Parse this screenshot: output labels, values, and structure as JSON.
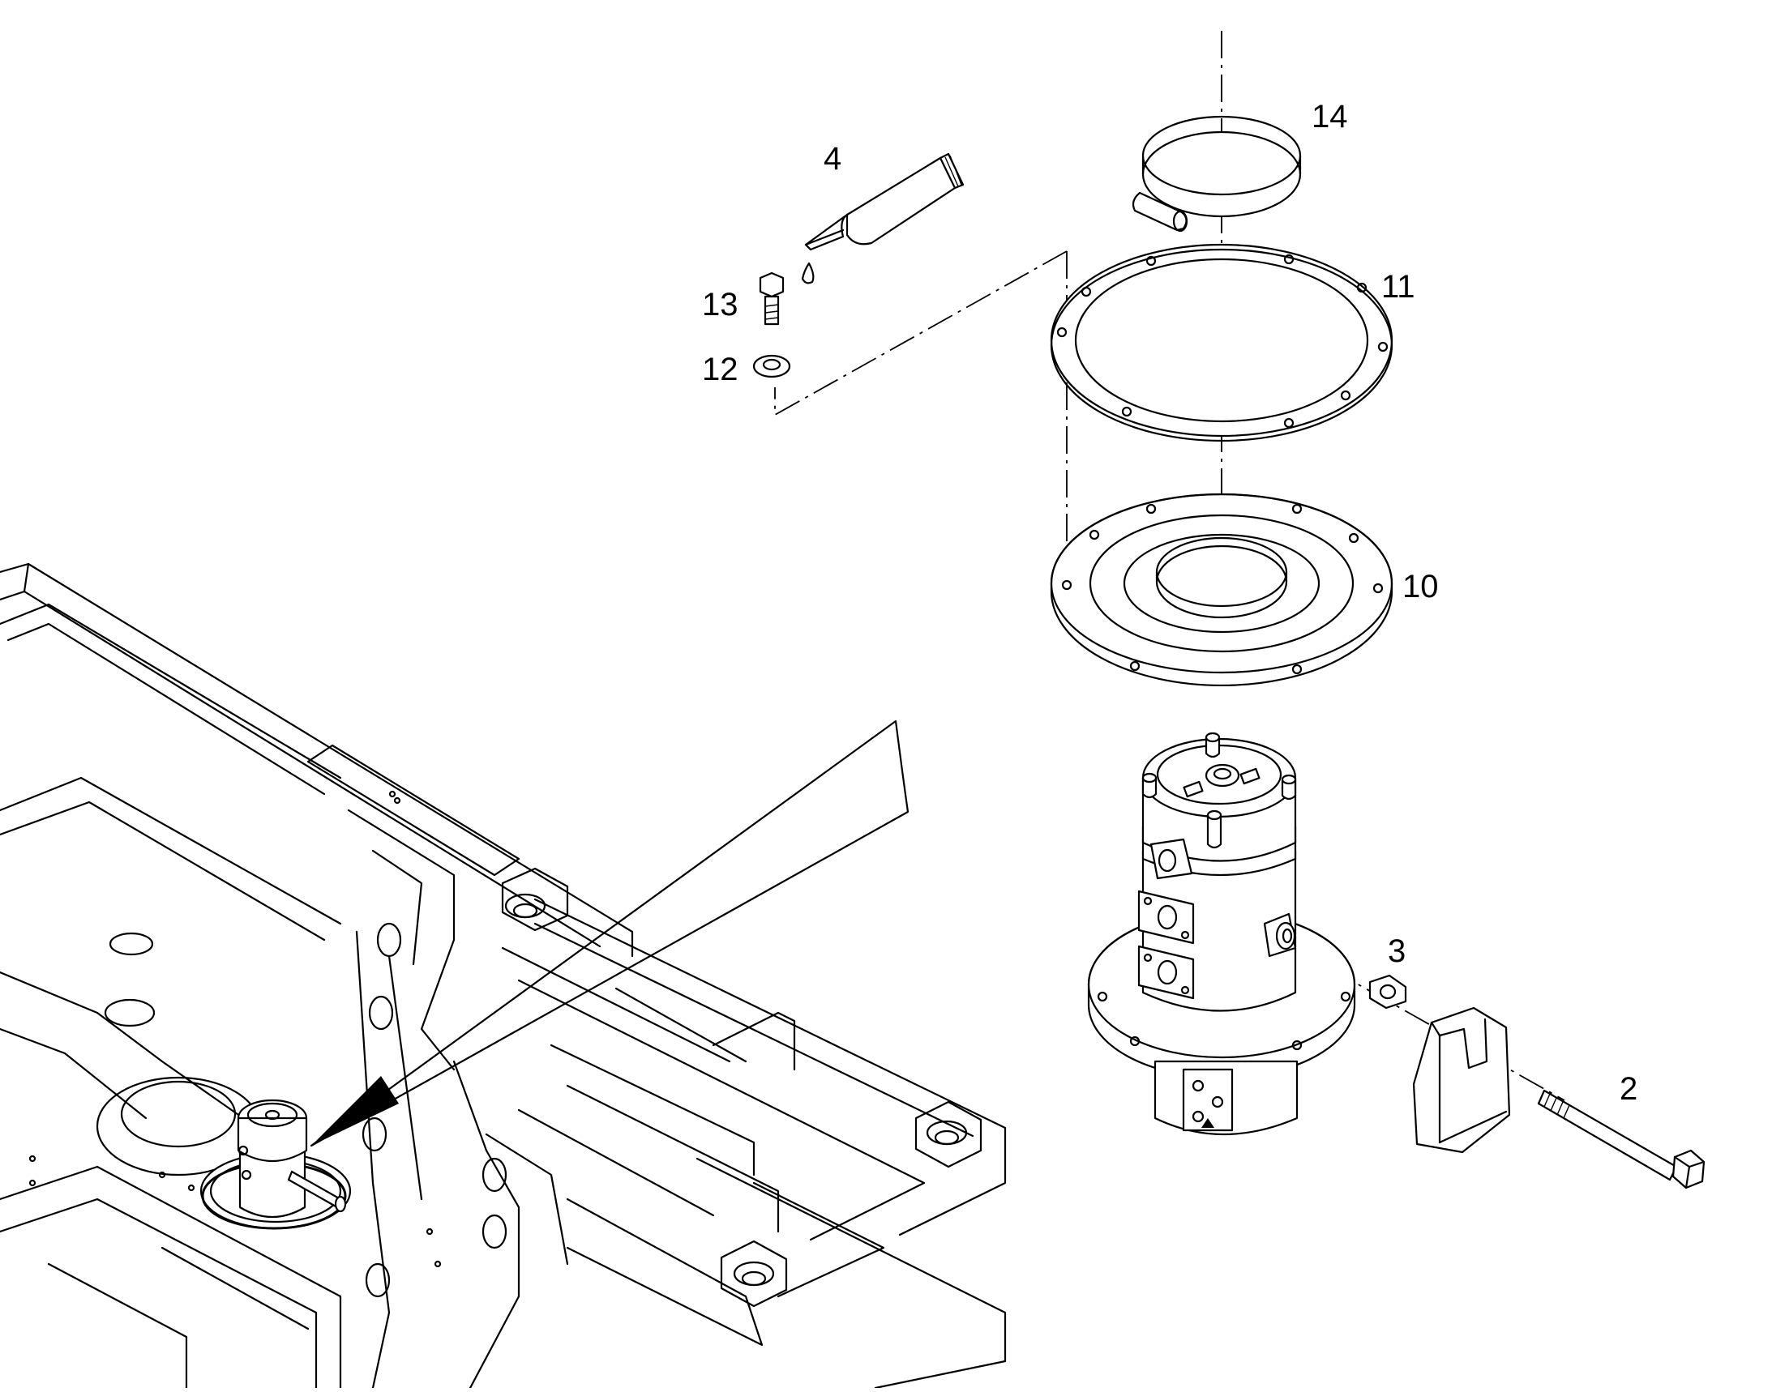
{
  "labels": {
    "part_2": "2",
    "part_3": "3",
    "part_4": "4",
    "part_10": "10",
    "part_11": "11",
    "part_12": "12",
    "part_13": "13",
    "part_14": "14"
  }
}
